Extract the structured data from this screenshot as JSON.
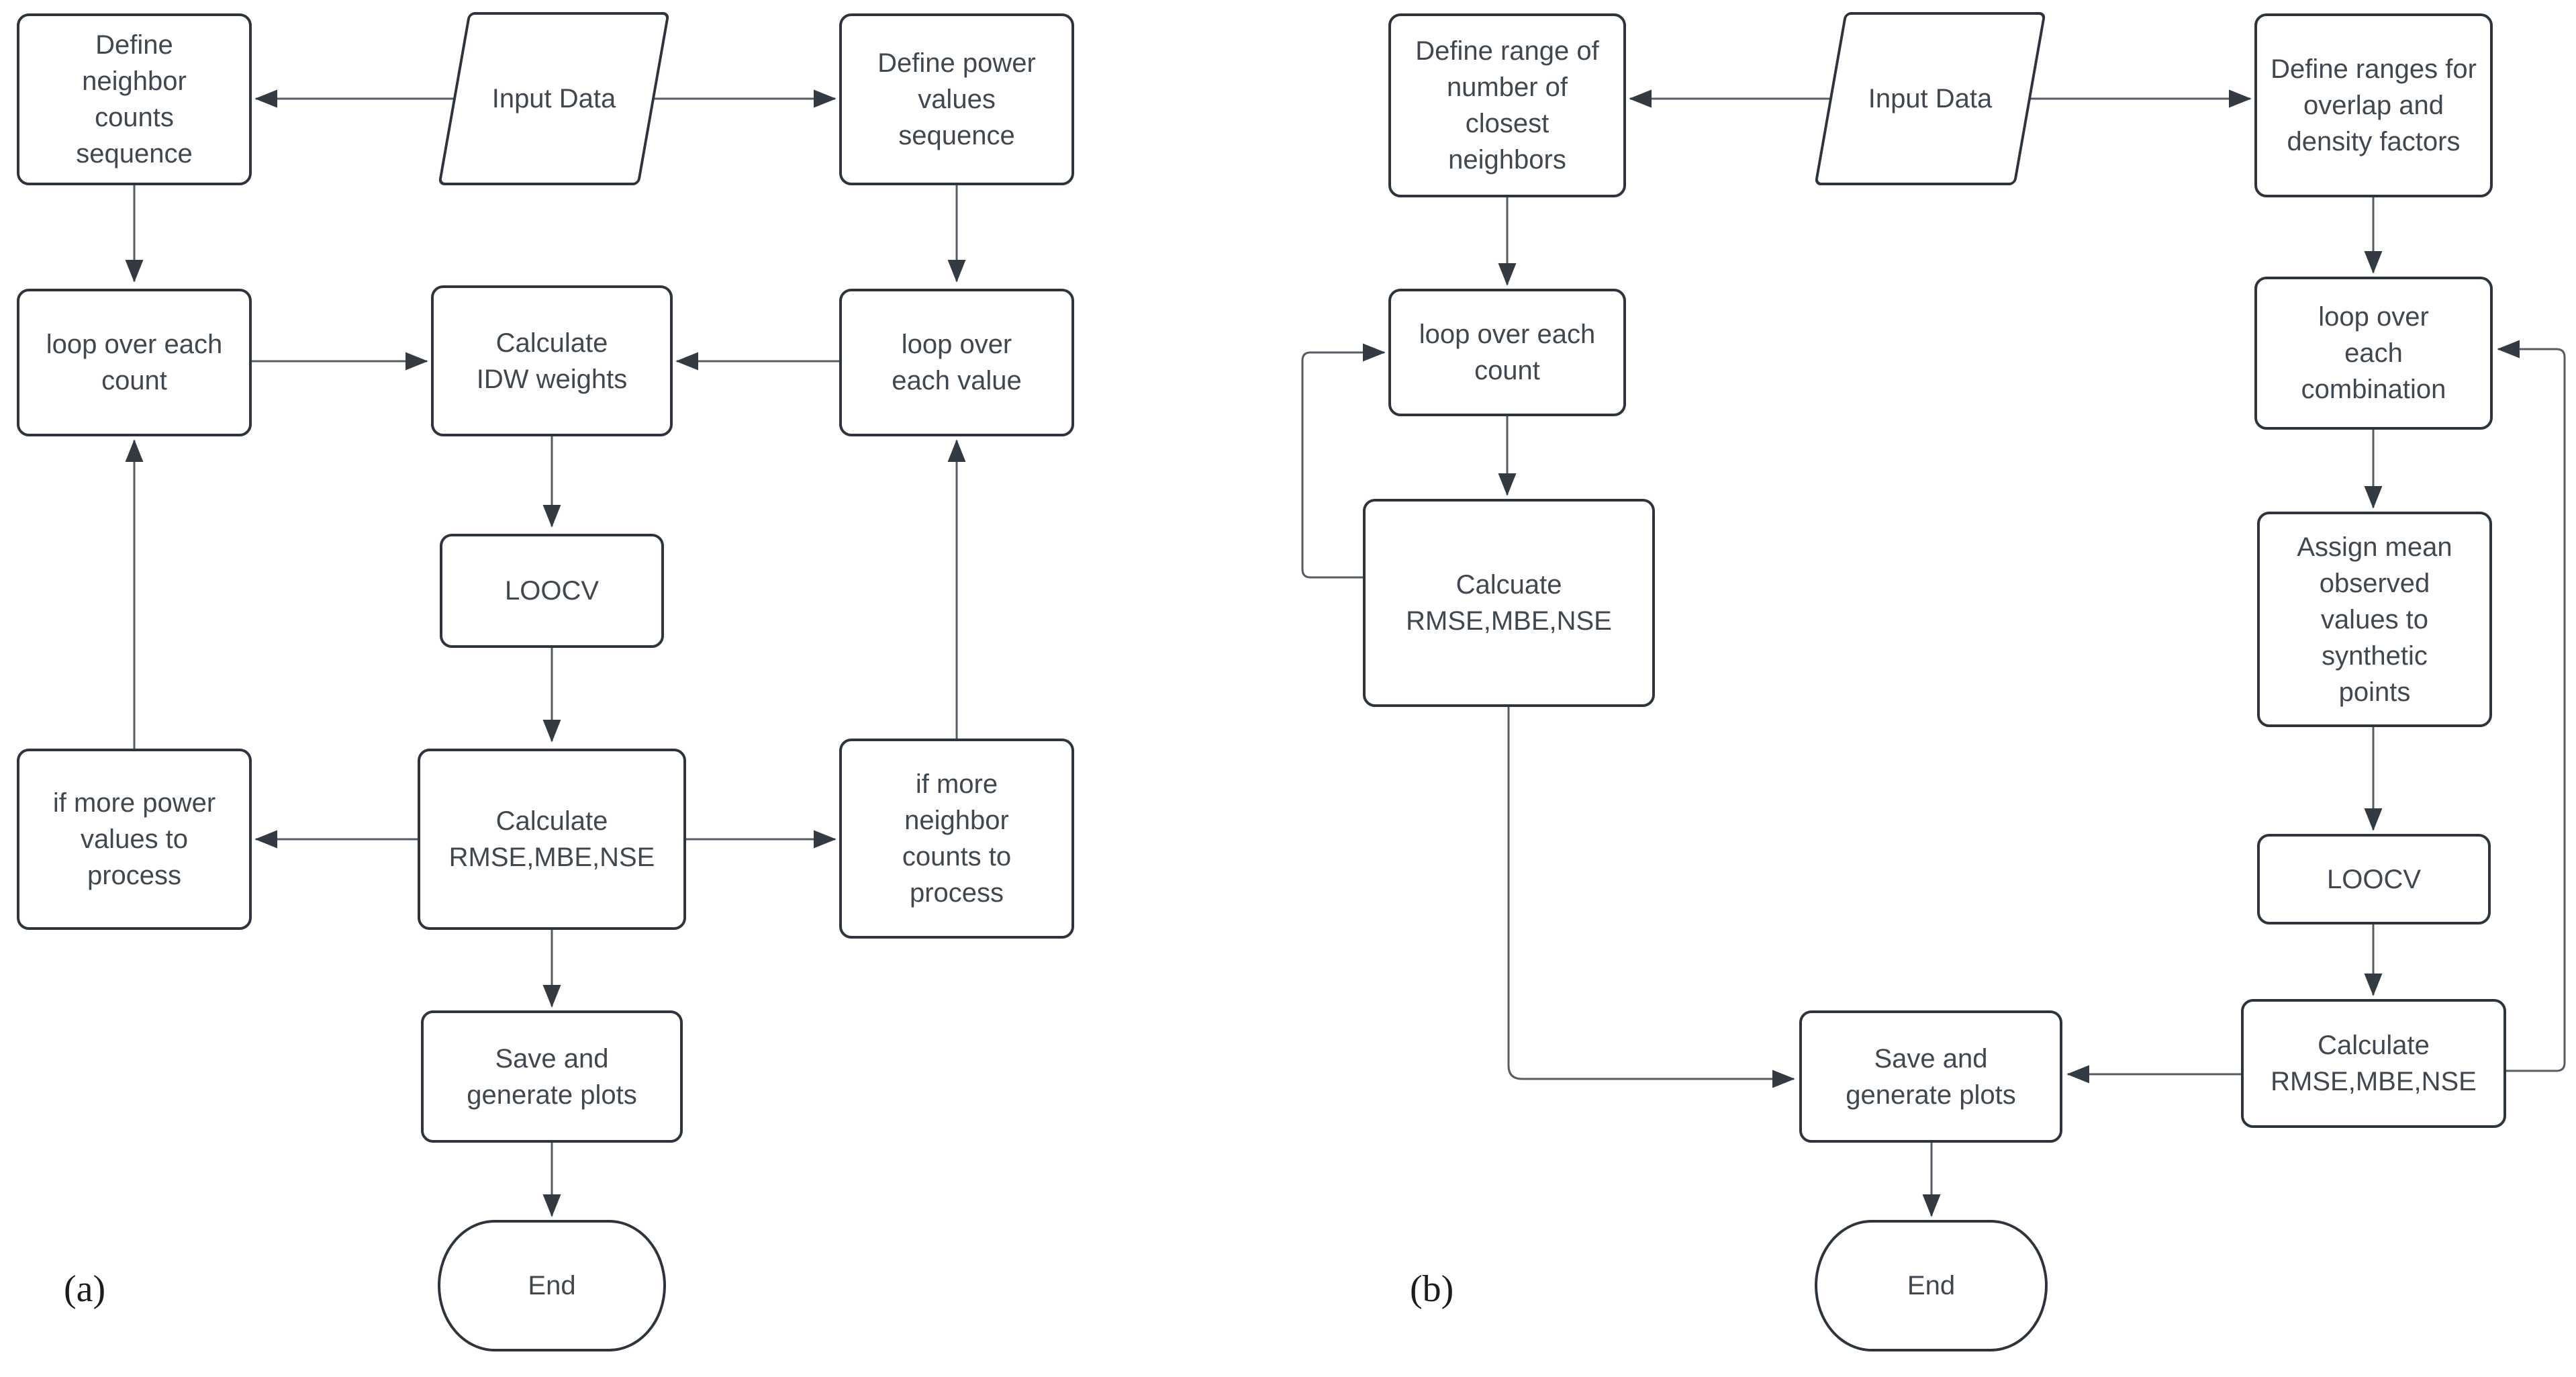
{
  "theme": {
    "ink": "#40474f",
    "border": "#2e343b",
    "line": "#565c64",
    "bg": "#ffffff"
  },
  "panel_a": {
    "caption": "(a)",
    "nodes": {
      "define_neighbor": "Define\nneighbor\ncounts\nsequence",
      "input_data": "Input Data",
      "define_power": "Define power\nvalues\nsequence",
      "loop_count": "loop over each\ncount",
      "calc_idw": "Calculate\nIDW weights",
      "loop_value": "loop over\neach value",
      "loocv": "LOOCV",
      "calc_rmse": "Calculate\nRMSE,MBE,NSE",
      "if_power": "if more power\nvalues to\nprocess",
      "if_neighbor": "if more\nneighbor\ncounts to\nprocess",
      "save_plots": "Save and\ngenerate plots",
      "end": "End"
    }
  },
  "panel_b": {
    "caption": "(b)",
    "nodes": {
      "define_range": "Define range of\nnumber of\nclosest\nneighbors",
      "input_data": "Input Data",
      "define_ranges": "Define ranges for\noverlap and\ndensity factors",
      "loop_count": "loop over each\ncount",
      "calcuate_rmse": "Calcuate\nRMSE,MBE,NSE",
      "loop_combination": "loop over\neach\ncombination",
      "assign_mean": "Assign mean\nobserved\nvalues to\nsynthetic\npoints",
      "loocv": "LOOCV",
      "calc_rmse": "Calculate\nRMSE,MBE,NSE",
      "save_plots": "Save and\ngenerate plots",
      "end": "End"
    }
  }
}
